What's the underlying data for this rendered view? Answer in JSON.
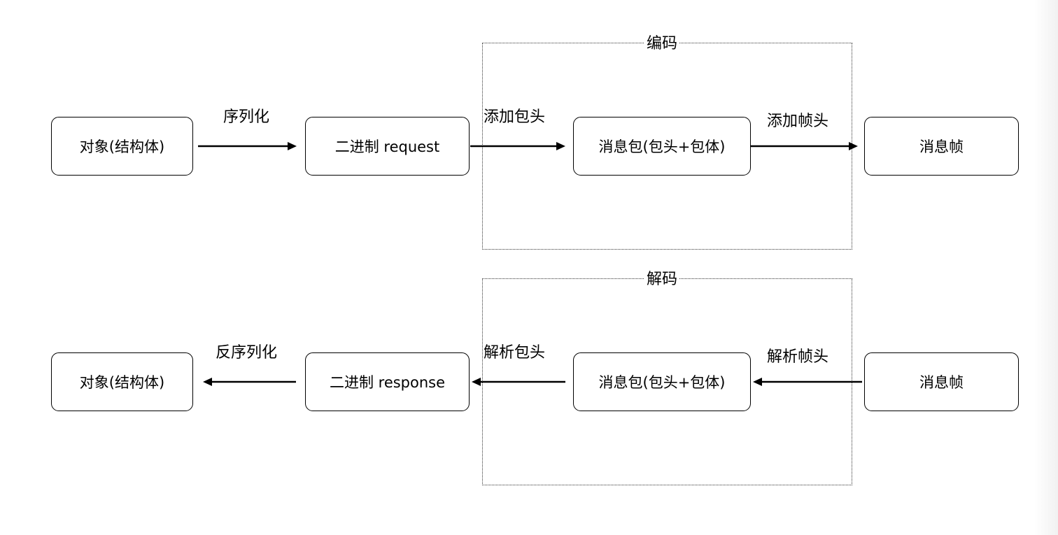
{
  "encode_group": {
    "title": "编码"
  },
  "decode_group": {
    "title": "解码"
  },
  "top_row": {
    "object": "对象(结构体)",
    "binary": "二进制 request",
    "packet": "消息包(包头+包体)",
    "frame": "消息帧",
    "edge_serialize": "序列化",
    "edge_add_packet_header": "添加包头",
    "edge_add_frame_header": "添加帧头"
  },
  "bottom_row": {
    "object": "对象(结构体)",
    "binary": "二进制 response",
    "packet": "消息包(包头+包体)",
    "frame": "消息帧",
    "edge_deserialize": "反序列化",
    "edge_parse_packet_header": "解析包头",
    "edge_parse_frame_header": "解析帧头"
  }
}
